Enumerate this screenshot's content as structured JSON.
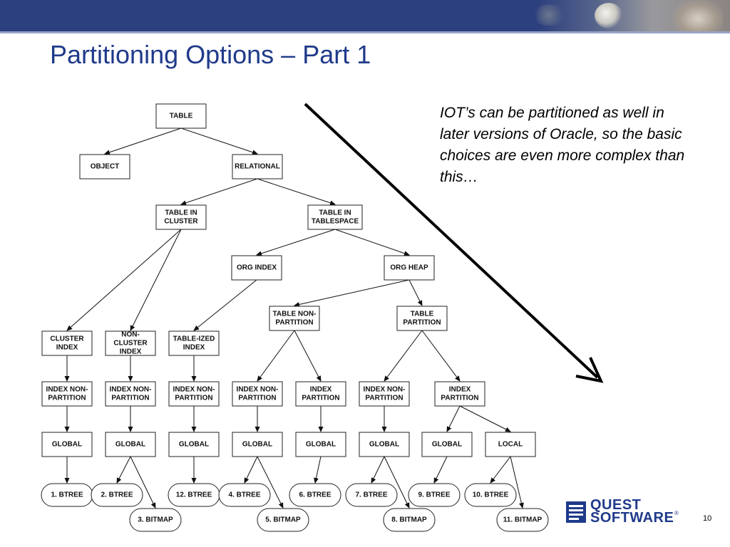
{
  "slide": {
    "title": "Partitioning Options – Part 1",
    "note": "IOT’s can be partitioned as well in later versions of Oracle, so the basic choices are even more complex than this…",
    "page_number": "10"
  },
  "logo": {
    "line1": "QUEST",
    "line2": "SOFTWARE",
    "mark": "®"
  },
  "diagram": {
    "nodes": {
      "table": "TABLE",
      "object": "OBJECT",
      "relational": "RELATIONAL",
      "table_in_cluster": [
        "TABLE IN",
        "CLUSTER"
      ],
      "table_in_tablespace": [
        "TABLE IN",
        "TABLESPACE"
      ],
      "org_index": "ORG INDEX",
      "org_heap": "ORG HEAP",
      "table_non_partition": [
        "TABLE NON-",
        "PARTITION"
      ],
      "table_partition": [
        "TABLE",
        "PARTITION"
      ],
      "cluster_index": [
        "CLUSTER",
        "INDEX"
      ],
      "non_cluster_index": [
        "NON-",
        "CLUSTER",
        "INDEX"
      ],
      "table_ized_index": [
        "TABLE-IZED",
        "INDEX"
      ],
      "index_non_partition": [
        "INDEX NON-",
        "PARTITION"
      ],
      "index_partition": [
        "INDEX",
        "PARTITION"
      ],
      "global": "GLOBAL",
      "local": "LOCAL",
      "leaves": [
        "1. BTREE",
        "2. BTREE",
        "3. BITMAP",
        "12. BTREE",
        "4. BTREE",
        "5. BITMAP",
        "6. BTREE",
        "7. BTREE",
        "8. BITMAP",
        "9. BTREE",
        "10. BTREE",
        "11. BITMAP"
      ]
    }
  }
}
